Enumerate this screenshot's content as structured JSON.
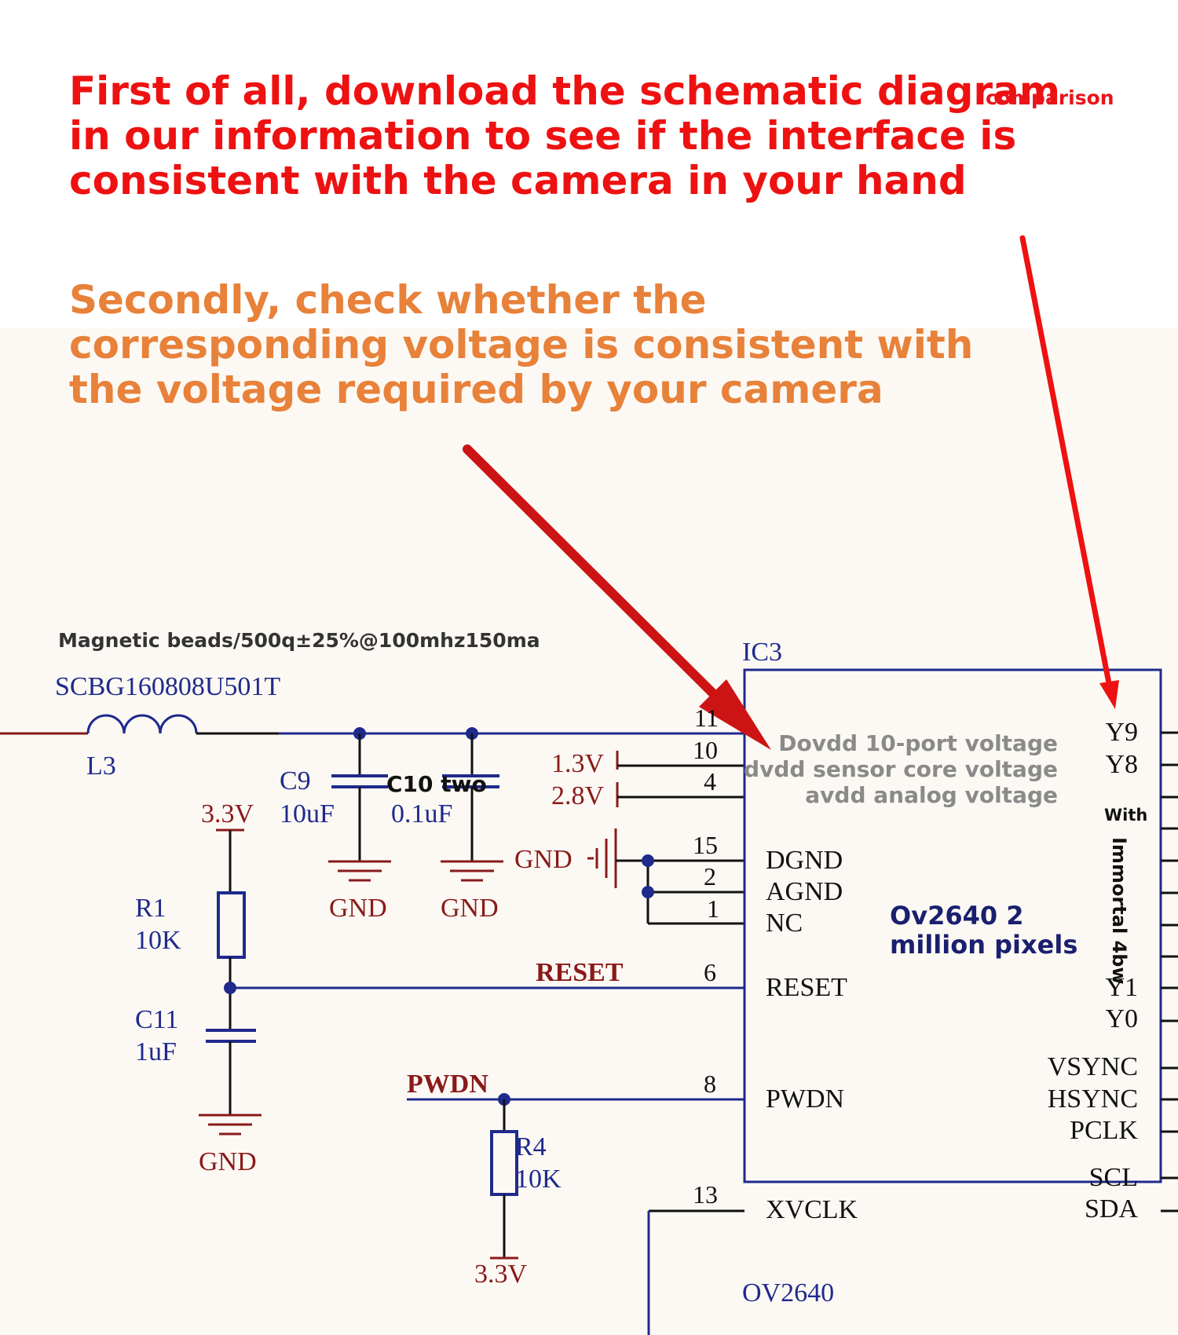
{
  "headings": {
    "first": [
      "First of all, download the schematic diagram",
      "in our information to see if the interface is",
      "consistent with the camera in your hand"
    ],
    "comparison": "comparison",
    "second": [
      "Secondly, check whether the",
      "corresponding voltage is consistent with",
      "the voltage required by your camera"
    ]
  },
  "beads_note": "Magnetic beads/500q±25%@100mhz150ma",
  "components": {
    "L3_part": "SCBG160808U501T",
    "L3": "L3",
    "C9": "C9",
    "C9_val": "10uF",
    "C10_note": "C10 two",
    "C10_val": "0.1uF",
    "R1": "R1",
    "R1_val": "10K",
    "C11": "C11",
    "C11_val": "1uF",
    "R4": "R4",
    "R4_val": "10K",
    "v33_top": "3.3V",
    "v33_bottom": "3.3V",
    "v13": "1.3V",
    "v28": "2.8V",
    "gnd_c9": "GND",
    "gnd_c10": "GND",
    "gnd_c11": "GND",
    "gnd_label": "GND"
  },
  "nets": {
    "reset": "RESET",
    "pwdn": "PWDN"
  },
  "ic": {
    "ref": "IC3",
    "part": "OV2640",
    "pin_numbers": [
      "11",
      "10",
      "4",
      "15",
      "2",
      "1",
      "6",
      "8",
      "13"
    ],
    "left_pins": [
      "DGND",
      "AGND",
      "NC",
      "RESET",
      "PWDN",
      "XVCLK"
    ],
    "right_pins": [
      "Y9",
      "Y8",
      "Y1",
      "Y0",
      "VSYNC",
      "HSYNC",
      "PCLK",
      "SCL",
      "SDA"
    ],
    "voltage_notes": [
      "Dovdd 10-port voltage",
      "dvdd sensor core voltage",
      "avdd analog voltage"
    ],
    "desc": [
      "Ov2640 2",
      "million pixels"
    ],
    "with": "With",
    "immortal": "Immortal 4bw"
  },
  "colors": {
    "red": "#ee1111",
    "orange": "#e8813a",
    "wire_blue": "#1f2a8c",
    "net_dark_red": "#8a1a1a",
    "arrow_red": "#cc1414"
  }
}
